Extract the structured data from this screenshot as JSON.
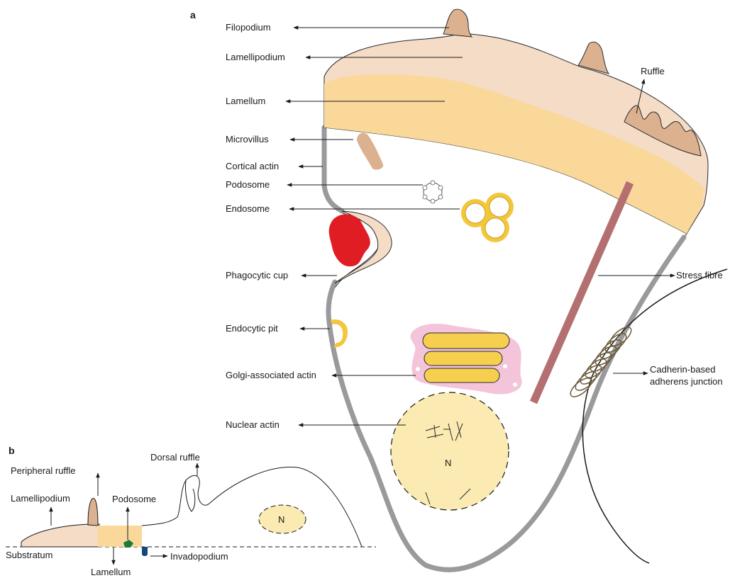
{
  "panel_a": {
    "panel_label": "a",
    "labels": {
      "filopodium": "Filopodium",
      "lamellipodium": "Lamellipodium",
      "lamellum": "Lamellum",
      "microvillus": "Microvillus",
      "cortical_actin": "Cortical actin",
      "podosome": "Podosome",
      "endosome": "Endosome",
      "phagocytic_cup": "Phagocytic cup",
      "endocytic_pit": "Endocytic pit",
      "golgi_actin": "Golgi-associated actin",
      "nuclear_actin": "Nuclear actin",
      "ruffle": "Ruffle",
      "stress_fibre": "Stress fibre",
      "cadherin_line1": "Cadherin-based",
      "cadherin_line2": "adherens junction",
      "nucleus": "N"
    }
  },
  "panel_b": {
    "panel_label": "b",
    "labels": {
      "peripheral_ruffle": "Peripheral ruffle",
      "dorsal_ruffle": "Dorsal ruffle",
      "lamellipodium": "Lamellipodium",
      "podosome": "Podosome",
      "substratum": "Substratum",
      "lamellum": "Lamellum",
      "invadopodium": "Invadopodium",
      "nucleus": "N"
    }
  },
  "colors": {
    "lamellipodium": "#f4dcc6",
    "lamellum": "#fad89a",
    "filopodium": "#dcb190",
    "cortical_actin": "#9a9a9c",
    "endosome": "#f3c63c",
    "phagosome": "#e11d24",
    "golgi": "#f3c4da",
    "stress_fibre": "#b47070",
    "nucleus": "#fbeab2",
    "podosome_b": "#1f7a3a",
    "invadopodium": "#18467a"
  }
}
